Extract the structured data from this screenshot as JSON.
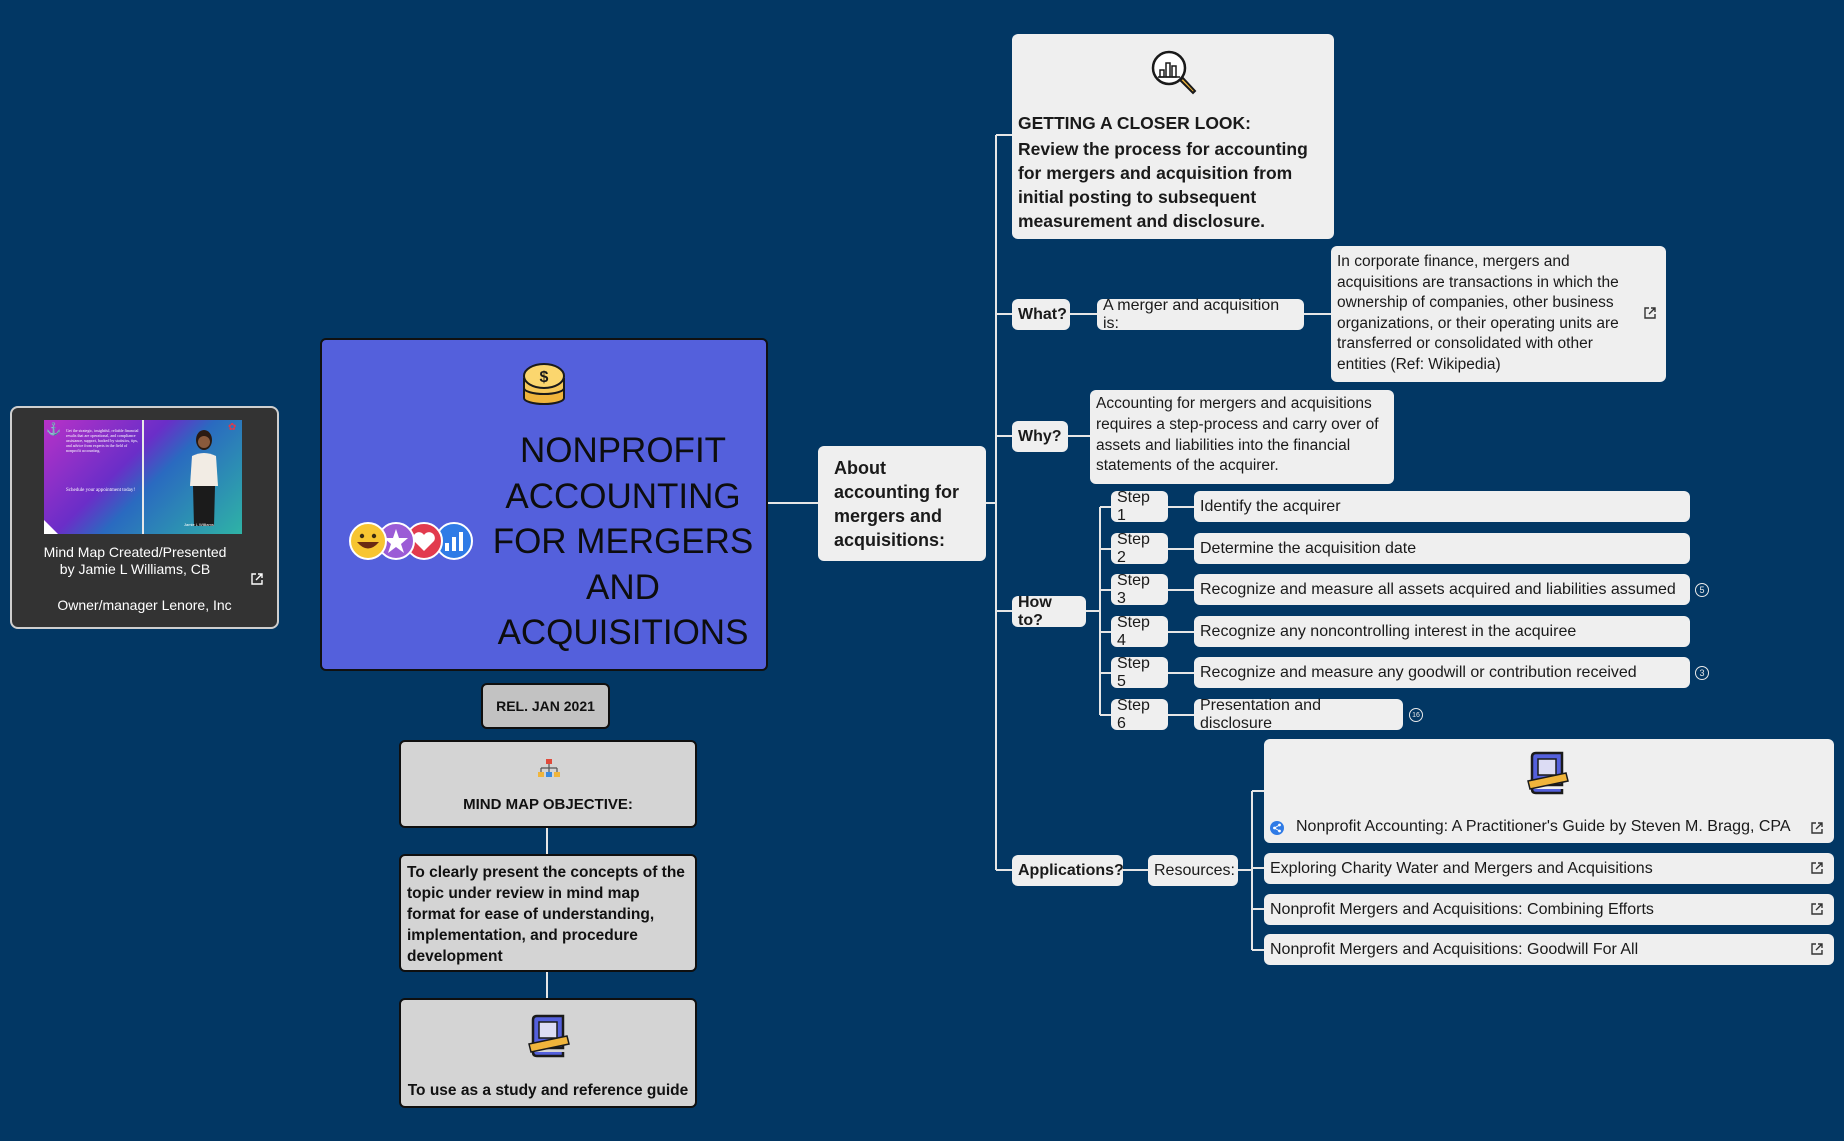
{
  "author_card": {
    "line1": "Mind Map Created/Presented",
    "line2": "by Jamie L Williams, CB",
    "line3": "Owner/manager Lenore, Inc",
    "promo_text": "Get the strategic, insightful, reliable financial results that are operational, and compliance assistance, support, backed by statistics, tips, and advice from experts in the field of nonprofit accounting.",
    "promo_cta": "Schedule your appointment today!",
    "promo_name": "Jamie L Williams"
  },
  "central": {
    "icon": "coin-stack-icon",
    "title_lines": [
      "NONPROFIT",
      "ACCOUNTING",
      "FOR MERGERS",
      "AND",
      "ACQUISITIONS"
    ],
    "reactions": [
      "grinning-face-icon",
      "star-icon",
      "heart-icon",
      "bar-chart-icon"
    ]
  },
  "release": "REL. JAN 2021",
  "objective": {
    "icon": "org-chart-icon",
    "label": "MIND MAP OBJECTIVE:",
    "text": "To clearly present the concepts of the topic under review in mind map format for ease of understanding, implementation, and procedure development",
    "guide_icon": "book-icon",
    "guide": "To use as a study and reference guide"
  },
  "about": "About accounting for mergers and acquisitions:",
  "closer_look": {
    "icon": "magnifier-chart-icon",
    "heading": "GETTING A CLOSER LOOK:",
    "text": "Review the process for accounting for mergers and acquisition from initial posting to subsequent measurement and disclosure."
  },
  "what": {
    "label": "What?",
    "sub": "A merger and acquisition is:",
    "definition": "In corporate finance, mergers and acquisitions are transactions in which the ownership of companies, other business organizations, or their operating units are transferred or consolidated with other entities (Ref: Wikipedia)"
  },
  "why": {
    "label": "Why?",
    "text": "Accounting for mergers and acquisitions requires a step-process and carry over of assets and liabilities into the financial statements of the acquirer."
  },
  "how": {
    "label": "How to?",
    "steps": [
      {
        "step": "Step 1",
        "text": "Identify the acquirer",
        "badge": ""
      },
      {
        "step": "Step 2",
        "text": "Determine the acquisition date",
        "badge": ""
      },
      {
        "step": "Step 3",
        "text": "Recognize and measure all assets acquired and liabilities assumed",
        "badge": "5"
      },
      {
        "step": "Step 4",
        "text": "Recognize any noncontrolling interest in the acquiree",
        "badge": ""
      },
      {
        "step": "Step 5",
        "text": "Recognize and measure any goodwill or contribution received",
        "badge": "3"
      },
      {
        "step": "Step 6",
        "text": "Presentation and disclosure",
        "badge": "16"
      }
    ]
  },
  "applications": {
    "label": "Applications?",
    "resources_label": "Resources:",
    "book_icon": "book-icon",
    "items": [
      "Nonprofit Accounting: A Practitioner's Guide by Steven M. Bragg, CPA",
      "Exploring Charity Water and Mergers and Acquisitions",
      "Nonprofit Mergers and Acquisitions: Combining Efforts",
      "Nonprofit Mergers and Acquisitions: Goodwill For All"
    ]
  },
  "colors": {
    "background": "#023764",
    "central": "#5460dc",
    "node": "#efefef",
    "connector": "#e6e6e6"
  }
}
